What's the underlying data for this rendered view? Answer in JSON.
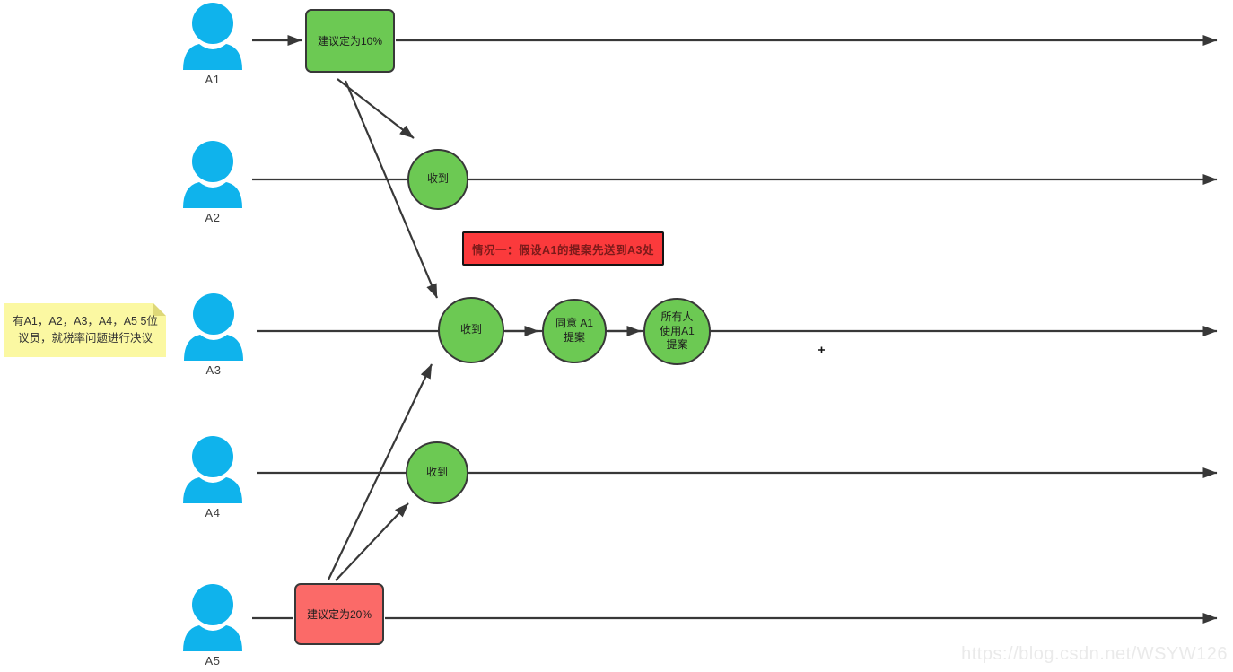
{
  "colors": {
    "person": "#0fb3ec",
    "green": "#6cc953",
    "salmon": "#fb6a68",
    "red": "#fb3a3c",
    "redtext": "#7c1a1a",
    "note": "#fbf8a2",
    "fold": "#ded878",
    "line": "#383838",
    "ink": "#1d1d1d",
    "label": "#3c3c3c",
    "watermark": "#eaeaea"
  },
  "actors": [
    {
      "label": "A1"
    },
    {
      "label": "A2"
    },
    {
      "label": "A3"
    },
    {
      "label": "A4"
    },
    {
      "label": "A5"
    }
  ],
  "note": {
    "text": "有A1，A2，A3，A4，A5 5位议员，就税率问题进行决议"
  },
  "banner": {
    "text": "情况一：假设A1的提案先送到A3处"
  },
  "proposals": {
    "a1": {
      "text": "建议定为10%"
    },
    "a5": {
      "text": "建议定为20%"
    }
  },
  "events": {
    "a2_receive": "收到",
    "a3_receive": "收到",
    "a3_agree": "同意 A1\n提案",
    "a3_adopt": "所有人\n使用A1\n提案",
    "a4_receive": "收到"
  },
  "watermark": {
    "text": "https://blog.csdn.net/WSYW126"
  }
}
